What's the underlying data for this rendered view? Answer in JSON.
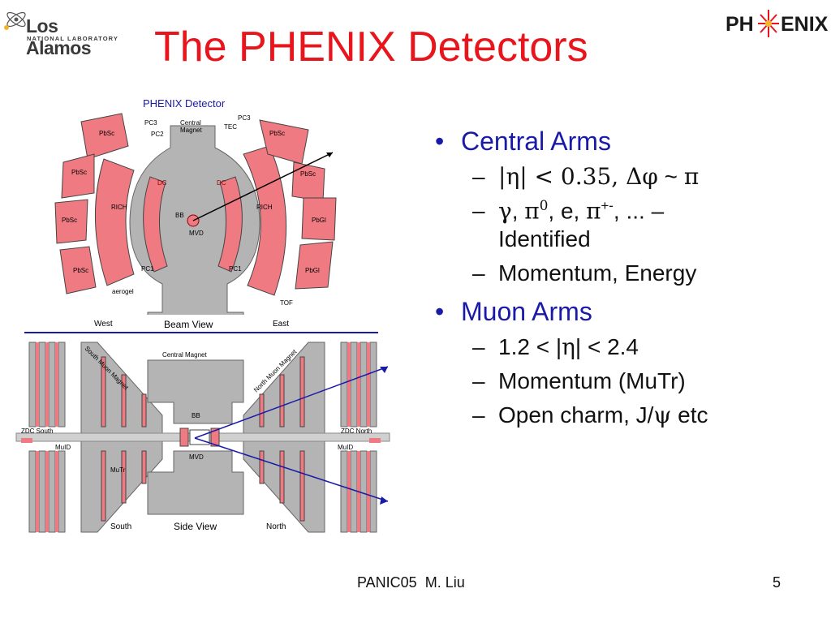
{
  "title": "The PHENIX Detectors",
  "logos": {
    "lanl_name": "Los Alamos",
    "lanl_sub": "NATIONAL LABORATORY",
    "phenix_left": "PH",
    "phenix_right": "ENIX"
  },
  "bullets": [
    {
      "label": "Central Arms",
      "items": [
        [
          "|",
          "η",
          "| < 0.35, ",
          "Δφ",
          " ~ ",
          "π"
        ],
        [
          "γ",
          ", ",
          "π",
          "0",
          ", e, ",
          "π",
          "+-",
          ", ... –",
          "Identified"
        ],
        [
          "Momentum, Energy"
        ]
      ]
    },
    {
      "label": "Muon Arms",
      "items": [
        [
          "1.2 < |",
          "η",
          "| < 2.4"
        ],
        [
          "Momentum (MuTr)"
        ],
        [
          "Open charm, J/",
          "ψ",
          " etc"
        ]
      ]
    }
  ],
  "diagram": {
    "top_title": "PHENIX Detector",
    "labels": {
      "pc3_left": "PC3",
      "pc2": "PC2",
      "central_magnet_1": "Central",
      "central_magnet_2": "Magnet",
      "pc3_right": "PC3",
      "tec": "TEC",
      "pbsc": "PbSc",
      "pbgl": "PbGl",
      "dc": "DC",
      "rich": "RICH",
      "bb": "BB",
      "mvd": "MVD",
      "pc1": "PC1",
      "aerogel": "aerogel",
      "tof": "TOF",
      "west": "West",
      "east": "East",
      "beam_view": "Beam View",
      "central_magnet": "Central Magnet",
      "south_muon_magnet": "South Muon Magnet",
      "north_muon_magnet": "North Muon Magnet",
      "zdc_south": "ZDC South",
      "zdc_north": "ZDC North",
      "muid": "MuID",
      "mutr": "MuTr",
      "south": "South",
      "north": "North",
      "side_view": "Side View"
    }
  },
  "footer": "PANIC05  M. Liu",
  "page_number": "5",
  "colors": {
    "title": "#e8151c",
    "bullet_l1": "#1a1aa8",
    "detector_red": "#f07a82",
    "detector_gray": "#b4b4b4"
  }
}
